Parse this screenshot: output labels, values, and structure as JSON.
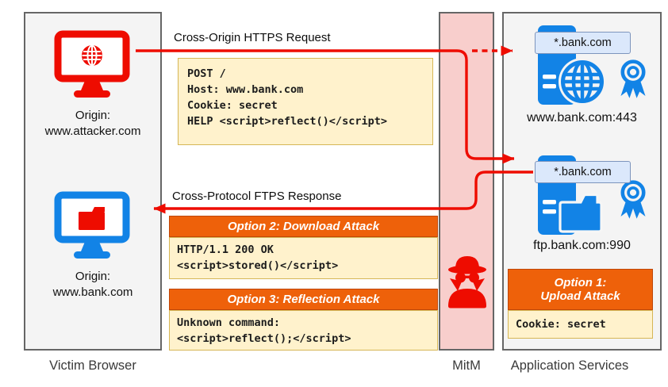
{
  "panels": {
    "victim": {
      "caption": "Victim Browser"
    },
    "mitm": {
      "caption": "MitM"
    },
    "services": {
      "caption": "Application Services"
    }
  },
  "victim": {
    "attacker": {
      "origin_label": "Origin:",
      "origin_host": "www.attacker.com"
    },
    "bank": {
      "origin_label": "Origin:",
      "origin_host": "www.bank.com"
    }
  },
  "flows": {
    "request_label": "Cross-Origin HTTPS Request",
    "response_label": "Cross-Protocol FTPS Response"
  },
  "messages": {
    "request": {
      "lines": [
        "POST /",
        "Host: www.bank.com",
        "Cookie: secret",
        "HELP <script>reflect()</script>"
      ]
    },
    "option2": {
      "title": "Option 2: Download Attack",
      "lines": [
        "HTTP/1.1 200 OK",
        "<script>stored()</script>"
      ]
    },
    "option3": {
      "title": "Option 3: Reflection Attack",
      "lines": [
        "Unknown command:",
        "<script>reflect();</script>"
      ]
    },
    "option1": {
      "title_line1": "Option 1:",
      "title_line2": "Upload Attack",
      "lines": [
        "Cookie: secret"
      ]
    }
  },
  "services": {
    "web": {
      "cert": "*.bank.com",
      "address": "www.bank.com:443"
    },
    "ftp": {
      "cert": "*.bank.com",
      "address": "ftp.bank.com:990"
    }
  },
  "colors": {
    "red": "#ee0c00",
    "blue": "#1283e6",
    "panel_fill": "#f4f4f4",
    "panel_border": "#666666",
    "mitm_fill": "#f8cecc",
    "yellow_fill": "#fff2cc",
    "yellow_border": "#d6b656",
    "orange_fill": "#ee610a",
    "orange_border": "#bf4708",
    "cert_fill": "#dbe8fb",
    "cert_border": "#7d95bd"
  }
}
